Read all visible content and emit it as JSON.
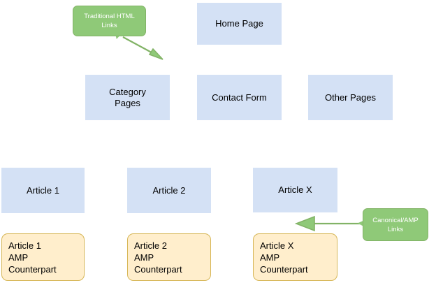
{
  "diagram": {
    "title": "AMP site structure diagram",
    "colors": {
      "page_box_fill": "#d4e1f5",
      "amp_box_fill": "#ffeecc",
      "amp_box_border": "#d6b656",
      "callout_fill": "#8fc978",
      "callout_border": "#82b366",
      "arrow_stroke": "#82b366",
      "text": "#000000",
      "callout_text": "#ffffff",
      "background": "#ffffff"
    },
    "nodes": {
      "home_page": "Home Page",
      "category_pages": "Category\nPages",
      "contact_form": "Contact Form",
      "other_pages": "Other Pages",
      "article_1": "Article 1",
      "article_2": "Article 2",
      "article_x": "Article X",
      "article_1_amp": "Article 1\nAMP\nCounterpart",
      "article_2_amp": "Article 2\nAMP\nCounterpart",
      "article_x_amp": "Article X\nAMP\nCounterpart"
    },
    "callouts": {
      "traditional_html_links": "Traditional HTML\nLinks",
      "canonical_amp_links": "Canonical/AMP\nLinks"
    }
  }
}
